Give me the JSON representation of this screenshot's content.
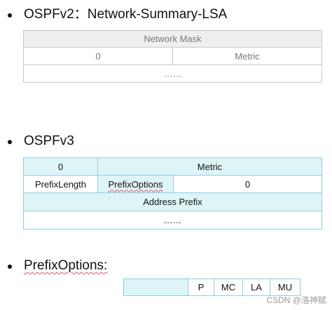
{
  "section1": {
    "title": "OSPFv2：Network-Summary-LSA",
    "table": {
      "header": "Network Mask",
      "row1": [
        "0",
        "Metric"
      ],
      "row2": "……"
    }
  },
  "section2": {
    "title": "OSPFv3",
    "table": {
      "row1": [
        "0",
        "Metric"
      ],
      "row2": [
        "PrefixLength",
        "PrefixOptions",
        "0"
      ],
      "row3": "Address Prefix",
      "row4": "……"
    }
  },
  "section3": {
    "title": "PrefixOptions:",
    "bits": [
      "",
      "P",
      "MC",
      "LA",
      "MU"
    ]
  },
  "watermark": "CSDN @洛神赋"
}
